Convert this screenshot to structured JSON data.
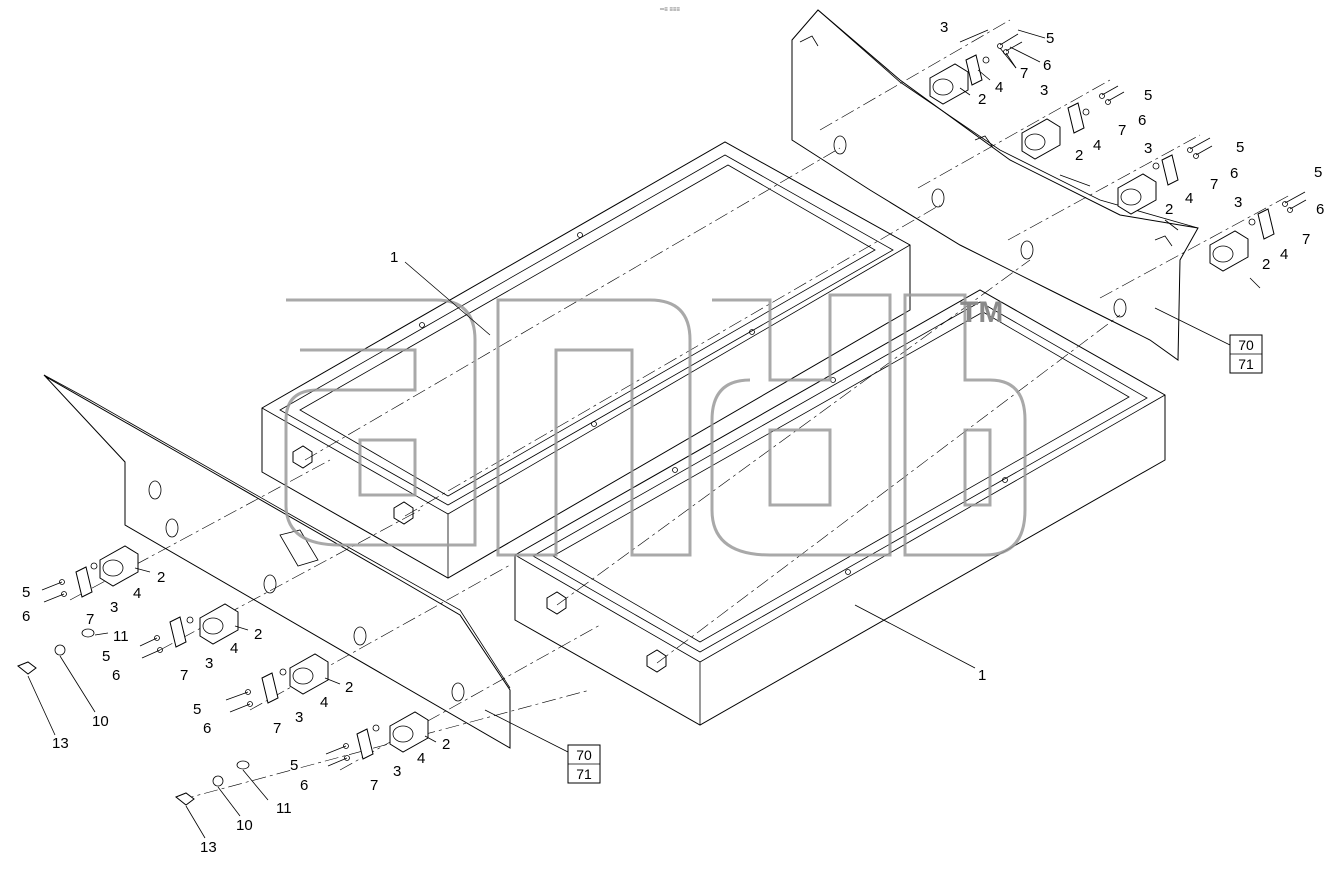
{
  "header_code": "═≡ ≡≡≡",
  "trademark": "TM",
  "reference_box": {
    "top": "70",
    "bottom": "71"
  },
  "labels": {
    "n1": "1",
    "n2": "2",
    "n3": "3",
    "n4": "4",
    "n5": "5",
    "n6": "6",
    "n7": "7",
    "n10": "10",
    "n11": "11",
    "n13": "13"
  }
}
